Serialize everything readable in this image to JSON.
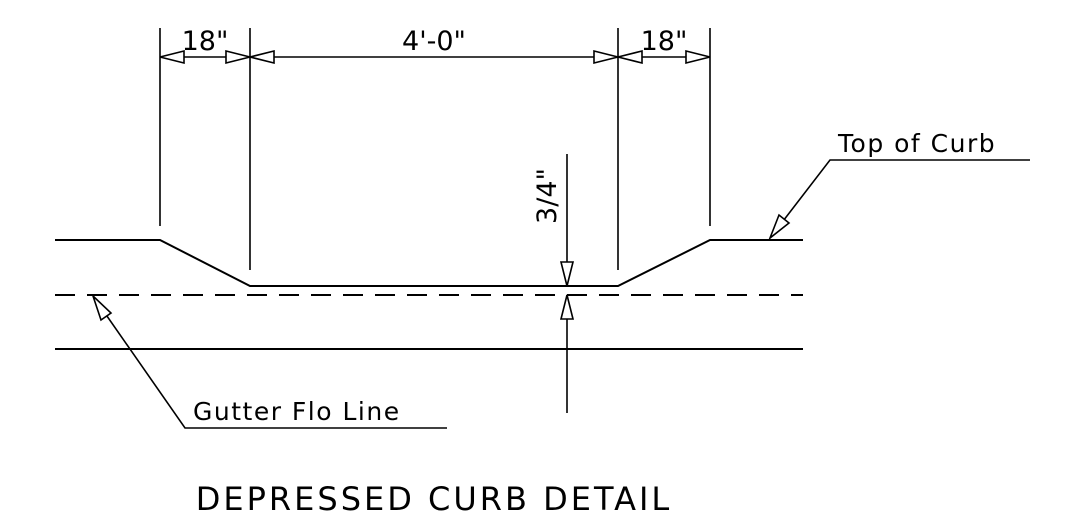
{
  "dimensions": {
    "left_width": "18\"",
    "center_width": "4'-0\"",
    "right_width": "18\"",
    "depression": "3/4\""
  },
  "labels": {
    "top_of_curb": "Top of Curb",
    "gutter_flow_line": "Gutter Flo Line"
  },
  "title": "DEPRESSED CURB DETAIL"
}
